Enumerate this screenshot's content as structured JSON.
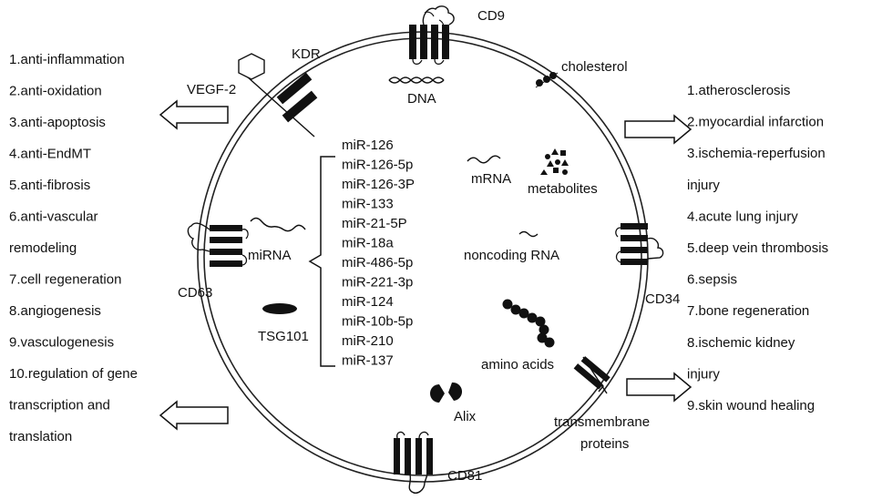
{
  "left_list": [
    "1.anti-inflammation",
    "2.anti-oxidation",
    "3.anti-apoptosis",
    "4.anti-EndMT",
    "5.anti-fibrosis",
    "6.anti-vascular",
    "remodeling",
    "7.cell regeneration",
    "8.angiogenesis",
    "9.vasculogenesis",
    "10.regulation of gene",
    "transcription and",
    "translation"
  ],
  "right_list": [
    "1.atherosclerosis",
    "2.myocardial infarction",
    "3.ischemia-reperfusion",
    "injury",
    "4.acute lung injury",
    "5.deep vein thrombosis",
    "6.sepsis",
    "7.bone regeneration",
    "8.ischemic kidney",
    "injury",
    "9.skin wound healing"
  ],
  "mirna_list": [
    "miR-126",
    "miR-126-5p",
    "miR-126-3P",
    "miR-133",
    "miR-21-5P",
    "miR-18a",
    "miR-486-5p",
    "miR-221-3p",
    "miR-124",
    "miR-10b-5p",
    "miR-210",
    "miR-137"
  ],
  "labels": {
    "cd9": "CD9",
    "kdr": "KDR",
    "vegf2": "VEGF-2",
    "cholesterol": "cholesterol",
    "dna": "DNA",
    "mrna": "mRNA",
    "metabolites": "metabolites",
    "noncoding_rna": "noncoding RNA",
    "mirna": "miRNA",
    "cd63": "CD63",
    "tsg101": "TSG101",
    "cd34": "CD34",
    "amino_acids": "amino acids",
    "alix": "Alix",
    "transmembrane_1": "transmembrane",
    "transmembrane_2": "proteins",
    "cd81": "CD81"
  }
}
